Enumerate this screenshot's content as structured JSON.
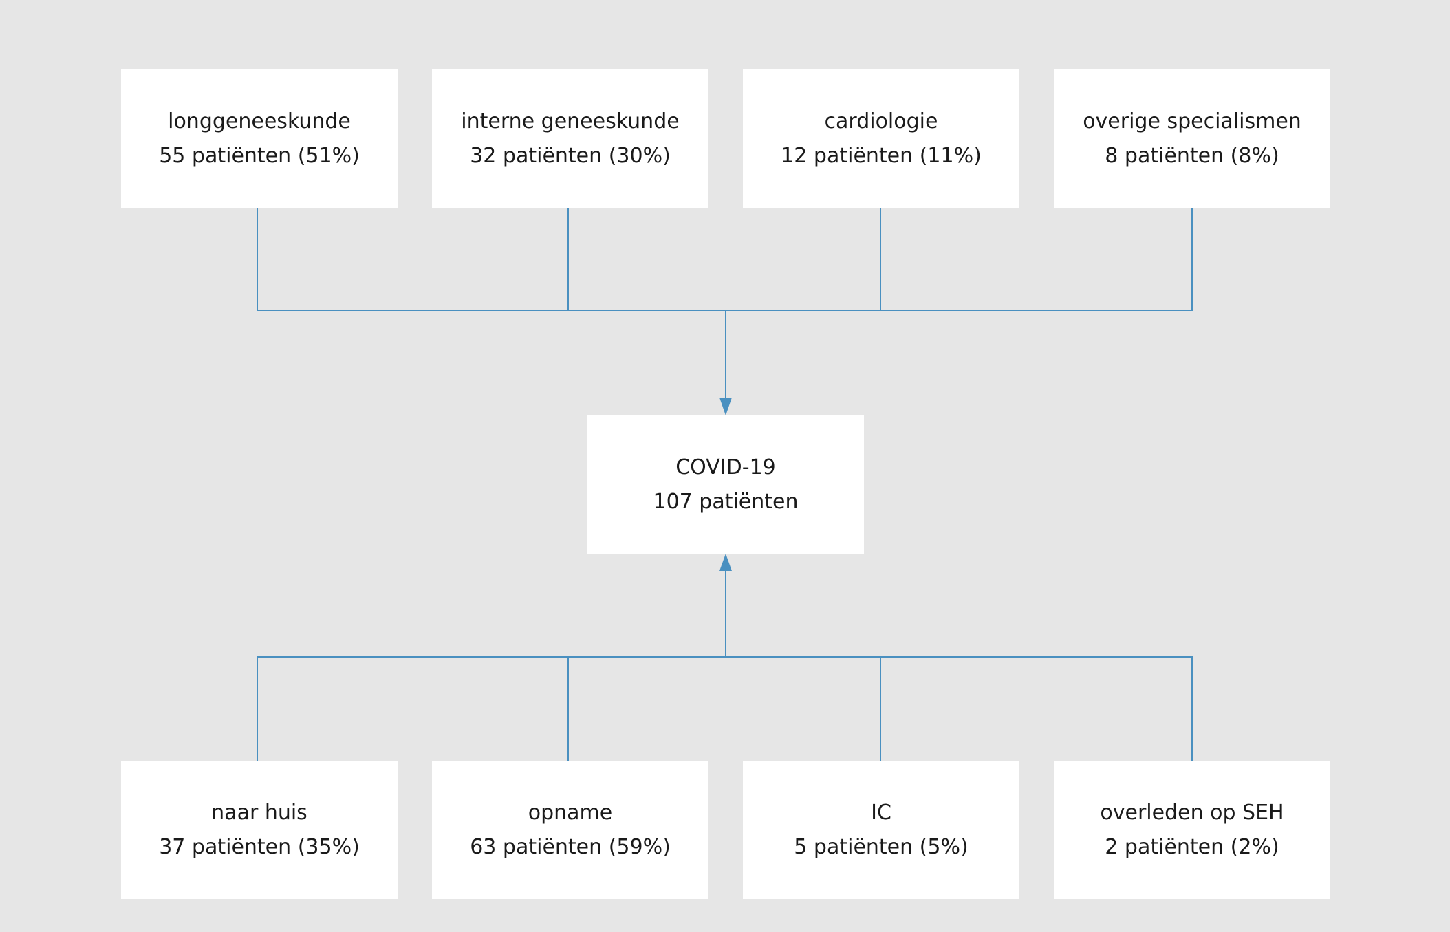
{
  "colors": {
    "background": "#e6e6e6",
    "box": "#ffffff",
    "connector": "#4a90c0",
    "text": "#1a1a1a"
  },
  "sources": [
    {
      "label": "longgeneeskunde",
      "count": "55 patiënten (51%)"
    },
    {
      "label": "interne geneeskunde",
      "count": "32 patiënten (30%)"
    },
    {
      "label": "cardiologie",
      "count": "12 patiënten (11%)"
    },
    {
      "label": "overige specialismen",
      "count": "8 patiënten (8%)"
    }
  ],
  "center": {
    "label": "COVID-19",
    "count": "107 patiënten"
  },
  "outcomes": [
    {
      "label": "naar huis",
      "count": "37 patiënten (35%)"
    },
    {
      "label": "opname",
      "count": "63 patiënten (59%)"
    },
    {
      "label": "IC",
      "count": "5 patiënten (5%)"
    },
    {
      "label": "overleden op SEH",
      "count": "2 patiënten (2%)"
    }
  ]
}
